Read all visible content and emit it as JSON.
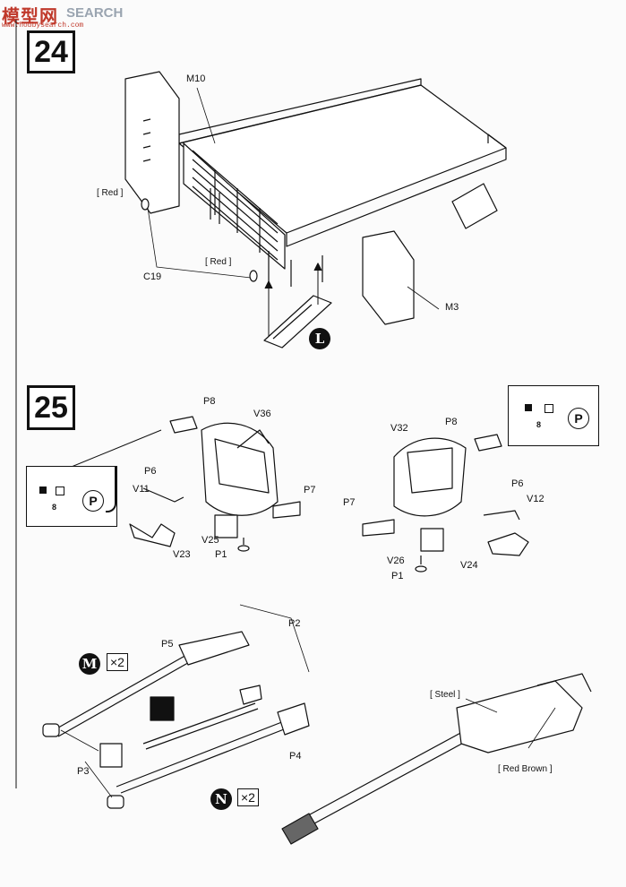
{
  "watermark": {
    "logo": "模型网",
    "text": "SEARCH",
    "url": "www.hobbysearch.com"
  },
  "steps": [
    {
      "number": "24"
    },
    {
      "number": "25"
    }
  ],
  "step24": {
    "labels": {
      "m10": "M10",
      "red1": "[ Red ]",
      "red2": "[ Red ]",
      "c19": "C19",
      "m3": "M3"
    },
    "badge": "L"
  },
  "step25": {
    "left": {
      "p8": "P8",
      "v36": "V36",
      "p6": "P6",
      "v11": "V11",
      "p7": "P7",
      "v25": "V25",
      "p1": "P1",
      "v23": "V23"
    },
    "right": {
      "v32": "V32",
      "p8": "P8",
      "p6": "P6",
      "v12": "V12",
      "p7": "P7",
      "v26": "V26",
      "p1": "P1",
      "v24": "V24"
    },
    "paint_box": {
      "number": "8",
      "letter": "P"
    }
  },
  "guns": {
    "labels": {
      "p2": "P2",
      "p5": "P5",
      "p4": "P4",
      "p3": "P3"
    },
    "badge_m": "M",
    "mult_m": "×2",
    "badge_n": "N",
    "mult_n": "×2",
    "callouts": {
      "steel": "[ Steel ]",
      "red_brown": "[ Red Brown ]"
    }
  },
  "colors": {
    "ink": "#111111",
    "paper": "#fbfbfb",
    "watermark_red": "#c0392b"
  }
}
